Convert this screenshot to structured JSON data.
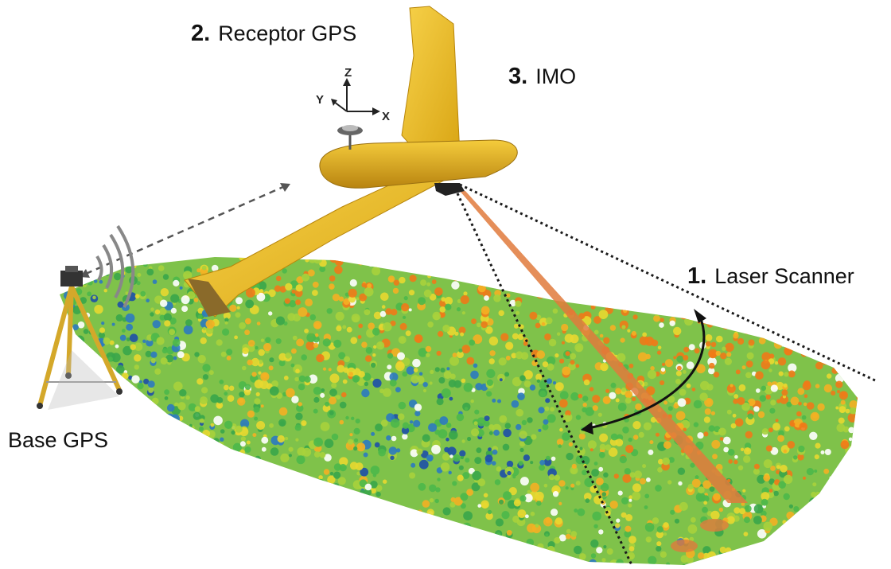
{
  "labels": {
    "laser_scanner": {
      "number": "1.",
      "text": "Laser Scanner"
    },
    "receptor_gps": {
      "number": "2.",
      "text": "Receptor GPS"
    },
    "imo": {
      "number": "3.",
      "text": "IMO"
    },
    "base_gps": {
      "text": "Base GPS"
    }
  },
  "axes": {
    "z": "Z",
    "y": "Y",
    "x": "X"
  },
  "colors": {
    "aircraft": "#f0c020",
    "laser_beam": "#e07a3c",
    "canopy_low": "#1e4fa8",
    "canopy_mid": "#4db84a",
    "canopy_high": "#f07a18"
  }
}
